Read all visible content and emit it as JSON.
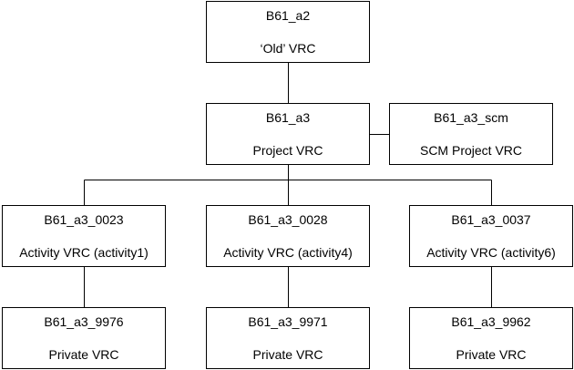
{
  "nodes": {
    "a2": {
      "id": "B61_a2",
      "label": "‘Old’ VRC"
    },
    "a3": {
      "id": "B61_a3",
      "label": "Project VRC"
    },
    "scm": {
      "id": "B61_a3_scm",
      "label": "SCM Project VRC"
    },
    "n0023": {
      "id": "B61_a3_0023",
      "label": "Activity VRC (activity1)"
    },
    "n0028": {
      "id": "B61_a3_0028",
      "label": "Activity VRC (activity4)"
    },
    "n0037": {
      "id": "B61_a3_0037",
      "label": "Activity VRC (activity6)"
    },
    "n9976": {
      "id": "B61_a3_9976",
      "label": "Private VRC"
    },
    "n9971": {
      "id": "B61_a3_9971",
      "label": "Private VRC"
    },
    "n9962": {
      "id": "B61_a3_9962",
      "label": "Private VRC"
    }
  }
}
